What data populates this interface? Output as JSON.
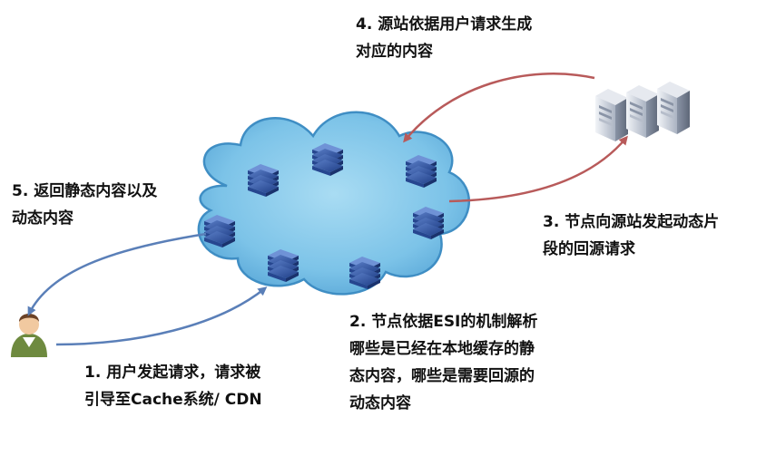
{
  "steps": {
    "step1": {
      "lines": [
        "1. 用户发起请求，请求被",
        "引导至Cache系统/ CDN"
      ]
    },
    "step2": {
      "lines": [
        "2. 节点依据ESI的机制解析",
        "哪些是已经在本地缓存的静",
        "态内容，哪些是需要回源的",
        "动态内容"
      ]
    },
    "step3": {
      "lines": [
        "3. 节点向源站发起动态片",
        "段的回源请求"
      ]
    },
    "step4": {
      "lines": [
        "4. 源站依据用户请求生成",
        "对应的内容"
      ]
    },
    "step5": {
      "lines": [
        "5. 返回静态内容以及",
        "动态内容"
      ]
    }
  },
  "icons": {
    "user": "user-icon",
    "origin": "origin-server-cluster-icon",
    "cloud": "cdn-cloud-icon",
    "node": "server-node-icon"
  },
  "colors": {
    "cloud_fill": "#7cc3e8",
    "cloud_edge": "#3f8ec4",
    "blue_arrow": "#5a7fb8",
    "red_arrow": "#b85a5a",
    "text": "#111111"
  }
}
